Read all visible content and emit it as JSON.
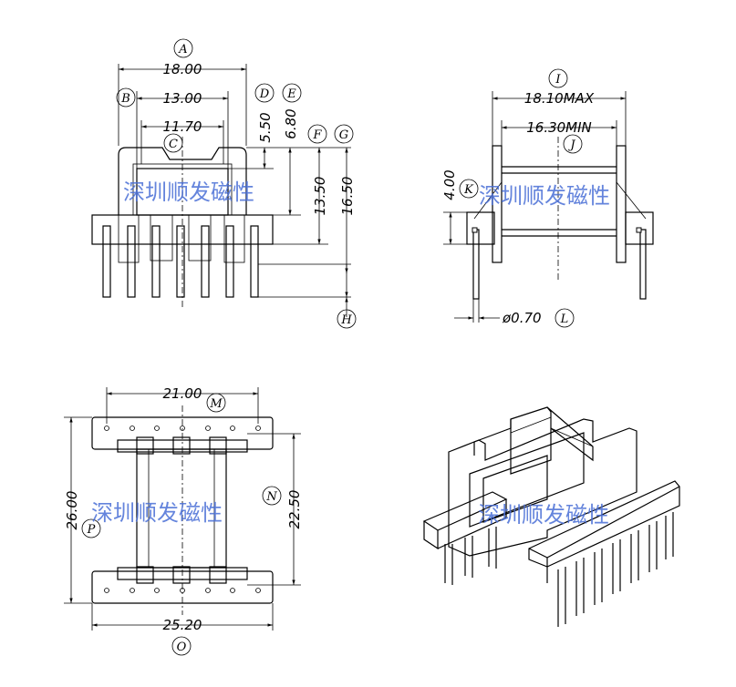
{
  "watermark": "深圳顺发磁性",
  "top_left_view": {
    "dims": {
      "A": "18.00",
      "B": "13.00",
      "C": "11.70",
      "D": "5.50",
      "E": "6.80",
      "F": "13.50",
      "G": "16.50"
    },
    "labels": [
      "A",
      "B",
      "C",
      "D",
      "E",
      "F",
      "G",
      "H"
    ]
  },
  "top_right_view": {
    "dims": {
      "I": "18.10MAX",
      "J": "16.30MIN",
      "K": "4.00",
      "L": "ø0.70"
    },
    "labels": [
      "I",
      "J",
      "K",
      "L"
    ]
  },
  "bottom_left_view": {
    "dims": {
      "M": "21.00",
      "N": "22.50",
      "O": "25.20",
      "P": "26.00"
    },
    "labels": [
      "M",
      "N",
      "O",
      "P"
    ]
  }
}
